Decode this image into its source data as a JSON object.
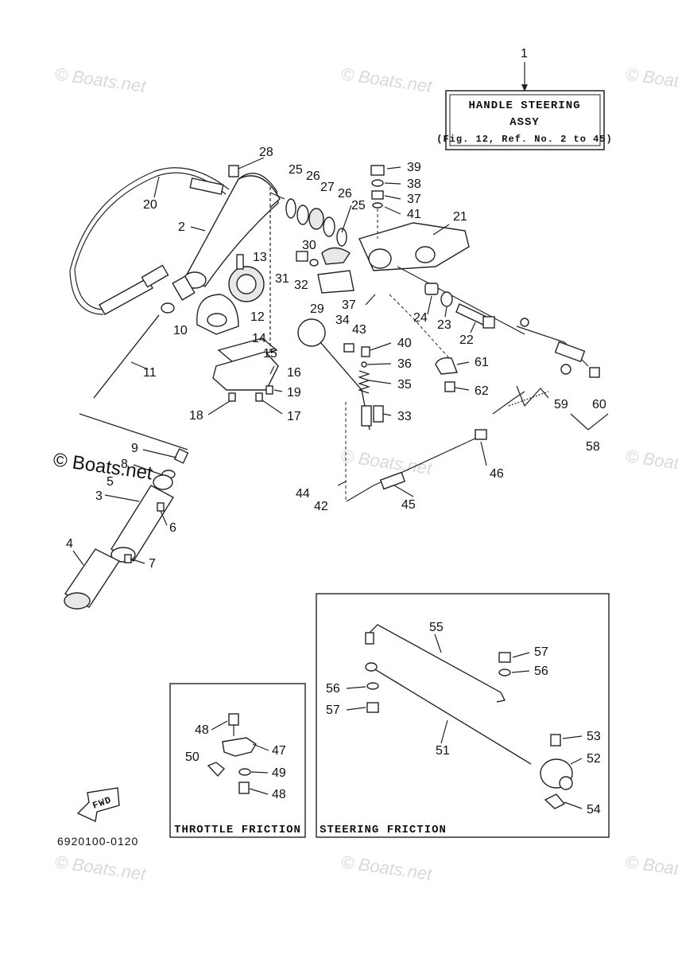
{
  "watermark": {
    "text": "© Boats.net",
    "inline_text": "© Boats.net"
  },
  "title_box": {
    "callout": "1",
    "line1": "HANDLE STEERING",
    "line2": "ASSY",
    "line3": "(Fig. 12, Ref. No. 2 to 45)"
  },
  "diagram_code": "6920100-0120",
  "fwd_label": "FWD",
  "throttle_friction": {
    "caption": "THROTTLE FRICTION"
  },
  "steering_friction": {
    "caption": "STEERING FRICTION"
  },
  "callouts": {
    "n2": "2",
    "n3": "3",
    "n4": "4",
    "n5": "5",
    "n6": "6",
    "n7": "7",
    "n8": "8",
    "n9": "9",
    "n10": "10",
    "n11": "11",
    "n12": "12",
    "n13": "13",
    "n14": "14",
    "n15": "15",
    "n16": "16",
    "n17": "17",
    "n18": "18",
    "n19": "19",
    "n20": "20",
    "n21": "21",
    "n22": "22",
    "n23": "23",
    "n24": "24",
    "n25a": "25",
    "n25b": "25",
    "n26a": "26",
    "n26b": "26",
    "n27": "27",
    "n28": "28",
    "n29": "29",
    "n30": "30",
    "n31": "31",
    "n32": "32",
    "n33": "33",
    "n34": "34",
    "n35": "35",
    "n36": "36",
    "n37a": "37",
    "n37b": "37",
    "n38": "38",
    "n39": "39",
    "n40": "40",
    "n41": "41",
    "n42": "42",
    "n43": "43",
    "n44": "44",
    "n45": "45",
    "n46": "46",
    "n47": "47",
    "n48a": "48",
    "n48b": "48",
    "n49": "49",
    "n50": "50",
    "n51": "51",
    "n52": "52",
    "n53": "53",
    "n54": "54",
    "n55": "55",
    "n56a": "56",
    "n56b": "56",
    "n57a": "57",
    "n57b": "57",
    "n58": "58",
    "n59": "59",
    "n60": "60",
    "n61": "61",
    "n62": "62"
  }
}
